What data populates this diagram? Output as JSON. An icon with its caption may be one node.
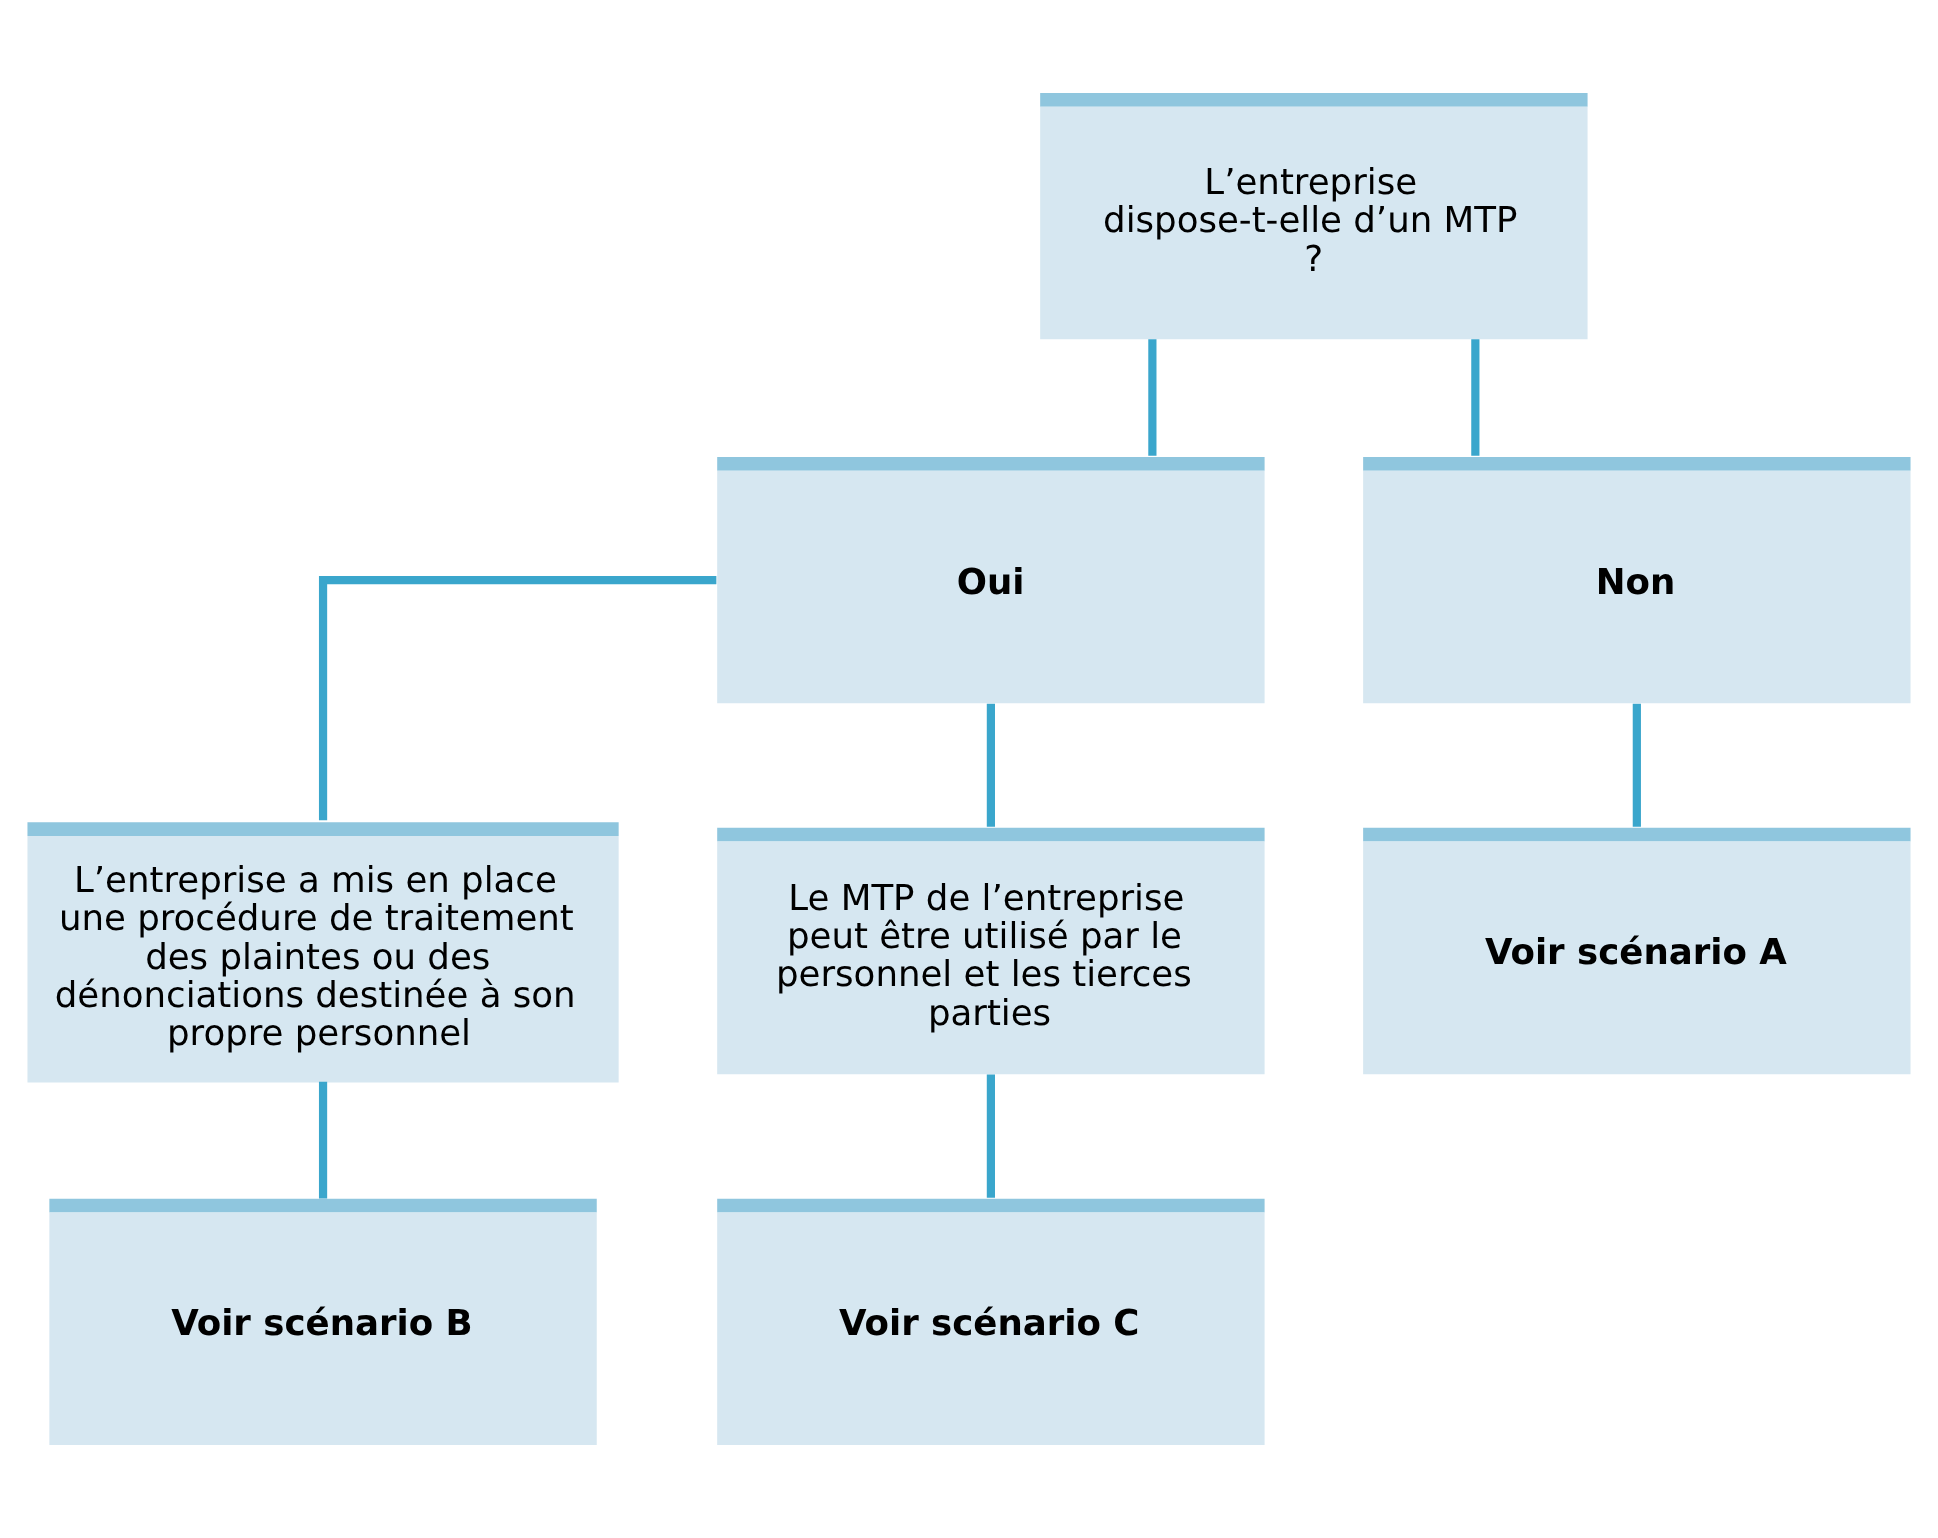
{
  "diagram": {
    "nodes": [
      {
        "text": [
          "L’entreprise dispose-t-elle d’un MTP ?"
        ]
      },
      {
        "text": [
          "Oui"
        ]
      },
      {
        "text": [
          "Non"
        ]
      },
      {
        "text": [
          "L’entreprise a mis en place une procédure de traitement des plaintes ou des dénonciations destinée à son propre personnel"
        ]
      },
      {
        "text": [
          "Le MTP de l’entreprise peut être utilisé par le personnel et les tierces parties"
        ]
      },
      {
        "text": [
          "Voir scénario A"
        ]
      },
      {
        "text": [
          "Voir scénario B"
        ]
      },
      {
        "text": [
          "Voir scénario C"
        ]
      }
    ],
    "edges": [
      {
        "from": 0,
        "to": 1,
        "arrow": "none"
      },
      {
        "from": 0,
        "to": 2,
        "arrow": "none"
      },
      {
        "from": 1,
        "to": 3,
        "arrow": "none"
      },
      {
        "from": 1,
        "to": 4,
        "arrow": "none"
      },
      {
        "from": 2,
        "to": 5,
        "arrow": "none"
      },
      {
        "from": 3,
        "to": 6,
        "arrow": "none"
      },
      {
        "from": 4,
        "to": 7,
        "arrow": "none"
      }
    ]
  }
}
